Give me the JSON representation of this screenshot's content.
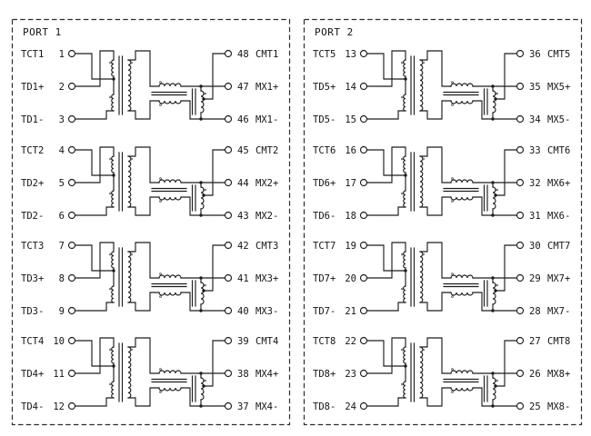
{
  "figure": {
    "background": "#ffffff",
    "line_color": "#1d1d1d",
    "text_color": "#141414"
  },
  "ports": [
    {
      "title": "PORT 1",
      "blocks": [
        {
          "left": [
            {
              "label": "TCT1",
              "pin": "1"
            },
            {
              "label": "TD1+",
              "pin": "2"
            },
            {
              "label": "TD1-",
              "pin": "3"
            }
          ],
          "right": [
            {
              "pin": "48",
              "label": "CMT1"
            },
            {
              "pin": "47",
              "label": "MX1+"
            },
            {
              "pin": "46",
              "label": "MX1-"
            }
          ]
        },
        {
          "left": [
            {
              "label": "TCT2",
              "pin": "4"
            },
            {
              "label": "TD2+",
              "pin": "5"
            },
            {
              "label": "TD2-",
              "pin": "6"
            }
          ],
          "right": [
            {
              "pin": "45",
              "label": "CMT2"
            },
            {
              "pin": "44",
              "label": "MX2+"
            },
            {
              "pin": "43",
              "label": "MX2-"
            }
          ]
        },
        {
          "left": [
            {
              "label": "TCT3",
              "pin": "7"
            },
            {
              "label": "TD3+",
              "pin": "8"
            },
            {
              "label": "TD3-",
              "pin": "9"
            }
          ],
          "right": [
            {
              "pin": "42",
              "label": "CMT3"
            },
            {
              "pin": "41",
              "label": "MX3+"
            },
            {
              "pin": "40",
              "label": "MX3-"
            }
          ]
        },
        {
          "left": [
            {
              "label": "TCT4",
              "pin": "10"
            },
            {
              "label": "TD4+",
              "pin": "11"
            },
            {
              "label": "TD4-",
              "pin": "12"
            }
          ],
          "right": [
            {
              "pin": "39",
              "label": "CMT4"
            },
            {
              "pin": "38",
              "label": "MX4+"
            },
            {
              "pin": "37",
              "label": "MX4-"
            }
          ]
        }
      ]
    },
    {
      "title": "PORT 2",
      "blocks": [
        {
          "left": [
            {
              "label": "TCT5",
              "pin": "13"
            },
            {
              "label": "TD5+",
              "pin": "14"
            },
            {
              "label": "TD5-",
              "pin": "15"
            }
          ],
          "right": [
            {
              "pin": "36",
              "label": "CMT5"
            },
            {
              "pin": "35",
              "label": "MX5+"
            },
            {
              "pin": "34",
              "label": "MX5-"
            }
          ]
        },
        {
          "left": [
            {
              "label": "TCT6",
              "pin": "16"
            },
            {
              "label": "TD6+",
              "pin": "17"
            },
            {
              "label": "TD6-",
              "pin": "18"
            }
          ],
          "right": [
            {
              "pin": "33",
              "label": "CMT6"
            },
            {
              "pin": "32",
              "label": "MX6+"
            },
            {
              "pin": "31",
              "label": "MX6-"
            }
          ]
        },
        {
          "left": [
            {
              "label": "TCT7",
              "pin": "19"
            },
            {
              "label": "TD7+",
              "pin": "20"
            },
            {
              "label": "TD7-",
              "pin": "21"
            }
          ],
          "right": [
            {
              "pin": "30",
              "label": "CMT7"
            },
            {
              "pin": "29",
              "label": "MX7+"
            },
            {
              "pin": "28",
              "label": "MX7-"
            }
          ]
        },
        {
          "left": [
            {
              "label": "TCT8",
              "pin": "22"
            },
            {
              "label": "TD8+",
              "pin": "23"
            },
            {
              "label": "TD8-",
              "pin": "24"
            }
          ],
          "right": [
            {
              "pin": "27",
              "label": "CMT8"
            },
            {
              "pin": "26",
              "label": "MX8+"
            },
            {
              "pin": "25",
              "label": "MX8-"
            }
          ]
        }
      ]
    }
  ]
}
